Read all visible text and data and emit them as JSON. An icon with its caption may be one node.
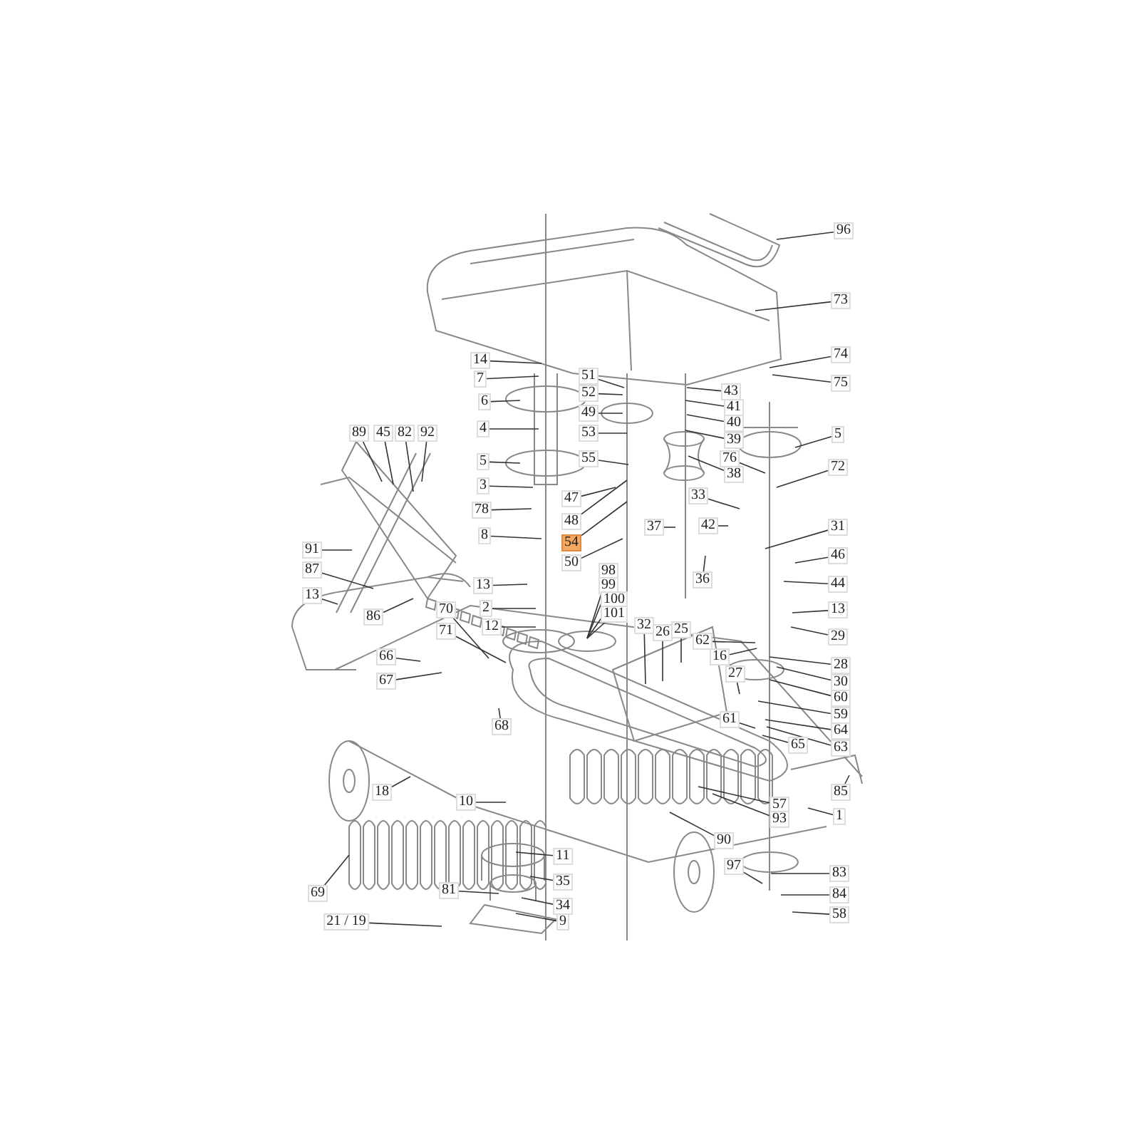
{
  "diagram": {
    "nodes": [
      {
        "text": [
          "96"
        ]
      },
      {
        "text": [
          "73"
        ]
      },
      {
        "text": [
          "74"
        ]
      },
      {
        "text": [
          "14"
        ]
      },
      {
        "text": [
          "51"
        ]
      },
      {
        "text": [
          "7"
        ]
      },
      {
        "text": [
          "75"
        ]
      },
      {
        "text": [
          "43"
        ]
      },
      {
        "text": [
          "52"
        ]
      },
      {
        "text": [
          "6"
        ]
      },
      {
        "text": [
          "41"
        ]
      },
      {
        "text": [
          "49"
        ]
      },
      {
        "text": [
          "40"
        ]
      },
      {
        "text": [
          "4"
        ]
      },
      {
        "text": [
          "53"
        ]
      },
      {
        "text": [
          "89"
        ]
      },
      {
        "text": [
          "45"
        ]
      },
      {
        "text": [
          "82"
        ]
      },
      {
        "text": [
          "92"
        ]
      },
      {
        "text": [
          "5"
        ]
      },
      {
        "text": [
          "39"
        ]
      },
      {
        "text": [
          "55"
        ]
      },
      {
        "text": [
          "76"
        ]
      },
      {
        "text": [
          "5"
        ]
      },
      {
        "text": [
          "72"
        ]
      },
      {
        "text": [
          "38"
        ]
      },
      {
        "text": [
          "3"
        ]
      },
      {
        "text": [
          "47"
        ]
      },
      {
        "text": [
          "33"
        ]
      },
      {
        "text": [
          "78"
        ]
      },
      {
        "text": [
          "42"
        ]
      },
      {
        "text": [
          "48"
        ]
      },
      {
        "text": [
          "37"
        ]
      },
      {
        "text": [
          "31"
        ]
      },
      {
        "text": [
          "8"
        ]
      },
      {
        "text": [
          "54"
        ]
      },
      {
        "text": [
          "91"
        ]
      },
      {
        "text": [
          "46"
        ]
      },
      {
        "text": [
          "50"
        ]
      },
      {
        "text": [
          "87"
        ]
      },
      {
        "text": [
          "98"
        ]
      },
      {
        "text": [
          "36"
        ]
      },
      {
        "text": [
          "44"
        ]
      },
      {
        "text": [
          "99"
        ]
      },
      {
        "text": [
          "13"
        ]
      },
      {
        "text": [
          "13"
        ]
      },
      {
        "text": [
          "100"
        ]
      },
      {
        "text": [
          "2"
        ]
      },
      {
        "text": [
          "70"
        ]
      },
      {
        "text": [
          "13"
        ]
      },
      {
        "text": [
          "101"
        ]
      },
      {
        "text": [
          "86"
        ]
      },
      {
        "text": [
          "32"
        ]
      },
      {
        "text": [
          "12"
        ]
      },
      {
        "text": [
          "71"
        ]
      },
      {
        "text": [
          "25"
        ]
      },
      {
        "text": [
          "26"
        ]
      },
      {
        "text": [
          "29"
        ]
      },
      {
        "text": [
          "62"
        ]
      },
      {
        "text": [
          "16"
        ]
      },
      {
        "text": [
          "66"
        ]
      },
      {
        "text": [
          "28"
        ]
      },
      {
        "text": [
          "27"
        ]
      },
      {
        "text": [
          "67"
        ]
      },
      {
        "text": [
          "30"
        ]
      },
      {
        "text": [
          "60"
        ]
      },
      {
        "text": [
          "59"
        ]
      },
      {
        "text": [
          "61"
        ]
      },
      {
        "text": [
          "68"
        ]
      },
      {
        "text": [
          "64"
        ]
      },
      {
        "text": [
          "65"
        ]
      },
      {
        "text": [
          "63"
        ]
      },
      {
        "text": [
          "18"
        ]
      },
      {
        "text": [
          "85"
        ]
      },
      {
        "text": [
          "10"
        ]
      },
      {
        "text": [
          "57"
        ]
      },
      {
        "text": [
          "1"
        ]
      },
      {
        "text": [
          "93"
        ]
      },
      {
        "text": [
          "90"
        ]
      },
      {
        "text": [
          "11"
        ]
      },
      {
        "text": [
          "97"
        ]
      },
      {
        "text": [
          "83"
        ]
      },
      {
        "text": [
          "35"
        ]
      },
      {
        "text": [
          "69"
        ]
      },
      {
        "text": [
          "81"
        ]
      },
      {
        "text": [
          "84"
        ]
      },
      {
        "text": [
          "34"
        ]
      },
      {
        "text": [
          "58"
        ]
      },
      {
        "text": [
          "21 / 19"
        ]
      },
      {
        "text": [
          "9"
        ]
      }
    ],
    "edges": [
      {
        "from": 0,
        "to": null,
        "arrow": "none"
      },
      {
        "from": 1,
        "to": null,
        "arrow": "none"
      },
      {
        "from": 2,
        "to": null,
        "arrow": "none"
      },
      {
        "from": 3,
        "to": null,
        "arrow": "none"
      },
      {
        "from": 4,
        "to": null,
        "arrow": "none"
      },
      {
        "from": 5,
        "to": null,
        "arrow": "none"
      },
      {
        "from": 6,
        "to": null,
        "arrow": "none"
      },
      {
        "from": 7,
        "to": null,
        "arrow": "none"
      },
      {
        "from": 8,
        "to": null,
        "arrow": "none"
      },
      {
        "from": 9,
        "to": null,
        "arrow": "none"
      },
      {
        "from": 10,
        "to": null,
        "arrow": "none"
      },
      {
        "from": 11,
        "to": null,
        "arrow": "none"
      },
      {
        "from": 12,
        "to": null,
        "arrow": "none"
      },
      {
        "from": 13,
        "to": null,
        "arrow": "none"
      },
      {
        "from": 14,
        "to": null,
        "arrow": "none"
      },
      {
        "from": 15,
        "to": null,
        "arrow": "none"
      },
      {
        "from": 16,
        "to": null,
        "arrow": "none"
      },
      {
        "from": 17,
        "to": null,
        "arrow": "none"
      },
      {
        "from": 18,
        "to": null,
        "arrow": "none"
      },
      {
        "from": 19,
        "to": null,
        "arrow": "none"
      },
      {
        "from": 20,
        "to": null,
        "arrow": "none"
      },
      {
        "from": 21,
        "to": null,
        "arrow": "none"
      },
      {
        "from": 22,
        "to": null,
        "arrow": "none"
      },
      {
        "from": 23,
        "to": null,
        "arrow": "none"
      },
      {
        "from": 24,
        "to": null,
        "arrow": "none"
      },
      {
        "from": 25,
        "to": null,
        "arrow": "none"
      },
      {
        "from": 26,
        "to": null,
        "arrow": "none"
      },
      {
        "from": 27,
        "to": null,
        "arrow": "none"
      },
      {
        "from": 28,
        "to": null,
        "arrow": "none"
      },
      {
        "from": 29,
        "to": null,
        "arrow": "none"
      },
      {
        "from": 30,
        "to": null,
        "arrow": "none"
      },
      {
        "from": 31,
        "to": null,
        "arrow": "none"
      },
      {
        "from": 32,
        "to": null,
        "arrow": "none"
      },
      {
        "from": 33,
        "to": null,
        "arrow": "none"
      },
      {
        "from": 34,
        "to": null,
        "arrow": "none"
      },
      {
        "from": 35,
        "to": null,
        "arrow": "none"
      },
      {
        "from": 36,
        "to": null,
        "arrow": "none"
      },
      {
        "from": 37,
        "to": null,
        "arrow": "none"
      },
      {
        "from": 38,
        "to": null,
        "arrow": "none"
      },
      {
        "from": 39,
        "to": null,
        "arrow": "none"
      },
      {
        "from": 40,
        "to": null,
        "arrow": "none"
      },
      {
        "from": 41,
        "to": null,
        "arrow": "none"
      },
      {
        "from": 42,
        "to": null,
        "arrow": "none"
      },
      {
        "from": 43,
        "to": null,
        "arrow": "none"
      },
      {
        "from": 44,
        "to": null,
        "arrow": "none"
      },
      {
        "from": 45,
        "to": null,
        "arrow": "none"
      },
      {
        "from": 46,
        "to": null,
        "arrow": "none"
      },
      {
        "from": 47,
        "to": null,
        "arrow": "none"
      },
      {
        "from": 48,
        "to": null,
        "arrow": "none"
      },
      {
        "from": 49,
        "to": null,
        "arrow": "none"
      },
      {
        "from": 50,
        "to": null,
        "arrow": "none"
      },
      {
        "from": 51,
        "to": null,
        "arrow": "none"
      },
      {
        "from": 52,
        "to": null,
        "arrow": "none"
      },
      {
        "from": 53,
        "to": null,
        "arrow": "none"
      },
      {
        "from": 54,
        "to": null,
        "arrow": "none"
      },
      {
        "from": 55,
        "to": null,
        "arrow": "none"
      },
      {
        "from": 56,
        "to": null,
        "arrow": "none"
      },
      {
        "from": 57,
        "to": null,
        "arrow": "none"
      },
      {
        "from": 58,
        "to": null,
        "arrow": "none"
      },
      {
        "from": 59,
        "to": null,
        "arrow": "none"
      },
      {
        "from": 60,
        "to": null,
        "arrow": "none"
      },
      {
        "from": 61,
        "to": null,
        "arrow": "none"
      },
      {
        "from": 62,
        "to": null,
        "arrow": "none"
      },
      {
        "from": 63,
        "to": null,
        "arrow": "none"
      },
      {
        "from": 64,
        "to": null,
        "arrow": "none"
      },
      {
        "from": 65,
        "to": null,
        "arrow": "none"
      },
      {
        "from": 66,
        "to": null,
        "arrow": "none"
      },
      {
        "from": 67,
        "to": null,
        "arrow": "none"
      },
      {
        "from": 68,
        "to": null,
        "arrow": "none"
      },
      {
        "from": 69,
        "to": null,
        "arrow": "none"
      },
      {
        "from": 70,
        "to": null,
        "arrow": "none"
      },
      {
        "from": 71,
        "to": null,
        "arrow": "none"
      },
      {
        "from": 72,
        "to": null,
        "arrow": "none"
      },
      {
        "from": 73,
        "to": null,
        "arrow": "none"
      },
      {
        "from": 74,
        "to": null,
        "arrow": "none"
      },
      {
        "from": 75,
        "to": null,
        "arrow": "none"
      },
      {
        "from": 76,
        "to": null,
        "arrow": "none"
      },
      {
        "from": 77,
        "to": null,
        "arrow": "none"
      },
      {
        "from": 78,
        "to": null,
        "arrow": "none"
      },
      {
        "from": 79,
        "to": null,
        "arrow": "none"
      },
      {
        "from": 80,
        "to": null,
        "arrow": "none"
      },
      {
        "from": 81,
        "to": null,
        "arrow": "none"
      },
      {
        "from": 82,
        "to": null,
        "arrow": "none"
      },
      {
        "from": 83,
        "to": null,
        "arrow": "none"
      },
      {
        "from": 84,
        "to": null,
        "arrow": "none"
      },
      {
        "from": 85,
        "to": null,
        "arrow": "none"
      },
      {
        "from": 86,
        "to": null,
        "arrow": "none"
      },
      {
        "from": 87,
        "to": null,
        "arrow": "none"
      },
      {
        "from": 88,
        "to": null,
        "arrow": "none"
      },
      {
        "from": 89,
        "to": null,
        "arrow": "none"
      }
    ]
  }
}
